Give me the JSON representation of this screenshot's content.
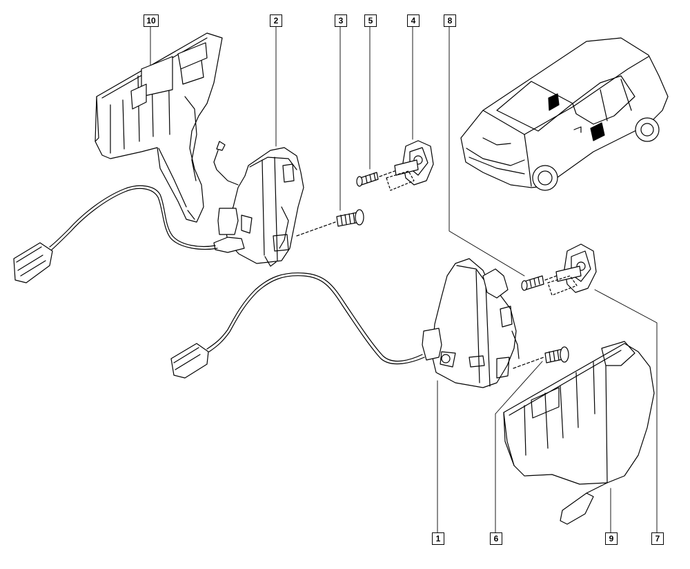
{
  "diagram": {
    "labels": [
      {
        "id": "label-10",
        "text": "10"
      },
      {
        "id": "label-2",
        "text": "2"
      },
      {
        "id": "label-3",
        "text": "3"
      },
      {
        "id": "label-5",
        "text": "5"
      },
      {
        "id": "label-4",
        "text": "4"
      },
      {
        "id": "label-8",
        "text": "8"
      },
      {
        "id": "label-1",
        "text": "1"
      },
      {
        "id": "label-6",
        "text": "6"
      },
      {
        "id": "label-9",
        "text": "9"
      },
      {
        "id": "label-7",
        "text": "7"
      }
    ]
  }
}
